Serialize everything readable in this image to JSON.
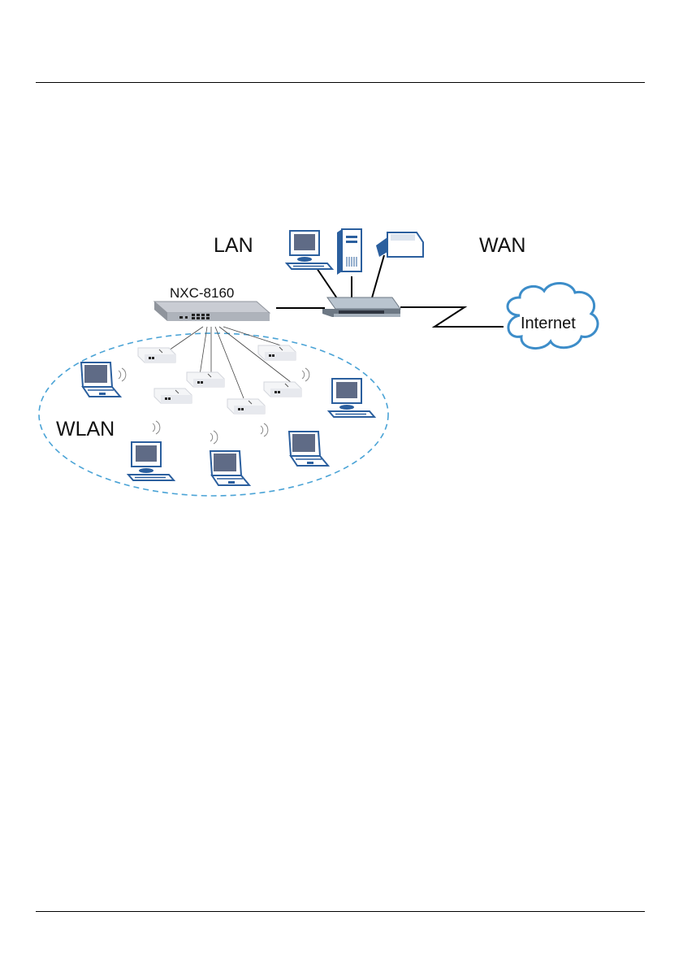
{
  "document": {
    "type": "manual-page",
    "figure": {
      "labels": {
        "lan": "LAN",
        "wan": "WAN",
        "wlan": "WLAN",
        "controller": "NXC-8160",
        "internet": "Internet"
      },
      "nodes": {
        "lan_devices": [
          "desktop-computer",
          "tower-server",
          "printer"
        ],
        "router": "router",
        "controller": "NXC-8160",
        "access_points": 6,
        "wlan_clients": [
          "laptop",
          "laptop",
          "laptop",
          "desktop-computer",
          "desktop-computer"
        ]
      },
      "colors": {
        "device_blue": "#2b5f9e",
        "screen": "#5f6b86",
        "wlan_border": "#4aa3d6",
        "cloud_border": "#3d8dc9",
        "device_grey": "#c9ccd3"
      }
    }
  }
}
